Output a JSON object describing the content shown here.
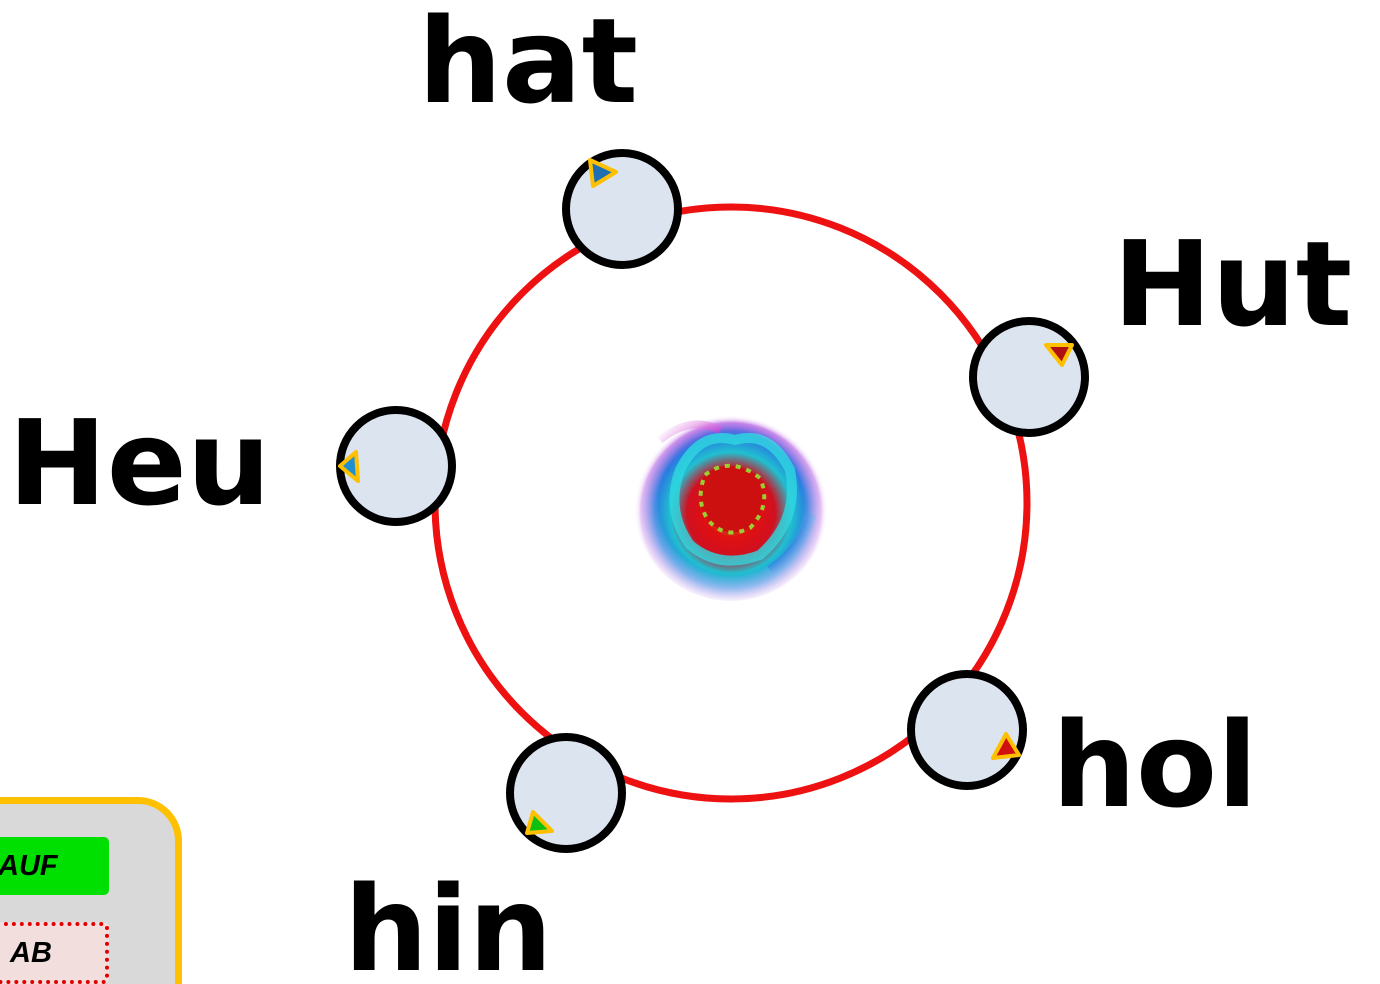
{
  "words": {
    "hat": "hat",
    "hut": "Hut",
    "heu": "Heu",
    "hol": "hol",
    "hin": "hin"
  },
  "panel": {
    "up_label": "AUF",
    "down_label": "AB"
  },
  "colors": {
    "ring": "#ee1111",
    "node_fill": "#dce4f0",
    "node_stroke": "#000000",
    "panel_border": "#ffc000",
    "panel_fill": "#d9d9d9",
    "up_button": "#00e000",
    "down_button_border": "#e00000"
  },
  "icons": {
    "center": "flower-image",
    "markers": "triangle-marker-icon"
  }
}
